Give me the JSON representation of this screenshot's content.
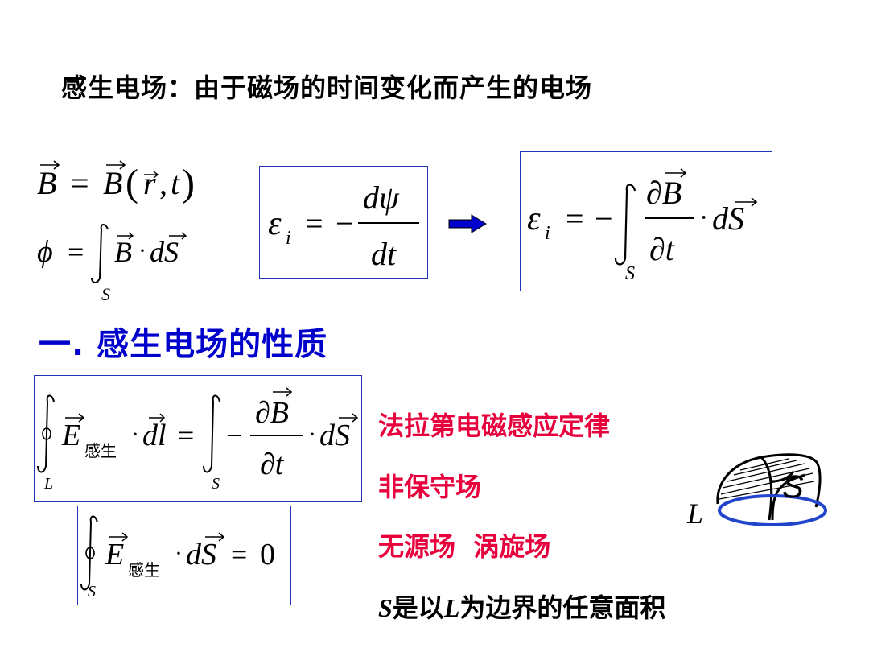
{
  "title": "感生电场：由于磁场的时间变化而产生的电场",
  "section_heading": "一. 感生电场的性质",
  "properties": {
    "law": "法拉第电磁感应定律",
    "nonconservative": "非保守场",
    "sourceless": "无源场  涡旋场",
    "surface_note_prefix": "是以",
    "surface_note_suffix": "为边界的任意面积",
    "surface_symbol": "S",
    "loop_symbol": "L"
  },
  "formula_labels": {
    "subscript_induced": "感生",
    "surface_S": "S",
    "loop_L": "L",
    "zero": "0"
  },
  "colors": {
    "heading": "#0000cc",
    "properties": "#e8003d",
    "box_border": "#2233bb",
    "arrow": "#0000cc",
    "loop": "#2244cc"
  },
  "icons": [
    "right-arrow-icon",
    "surface-loop-diagram"
  ]
}
